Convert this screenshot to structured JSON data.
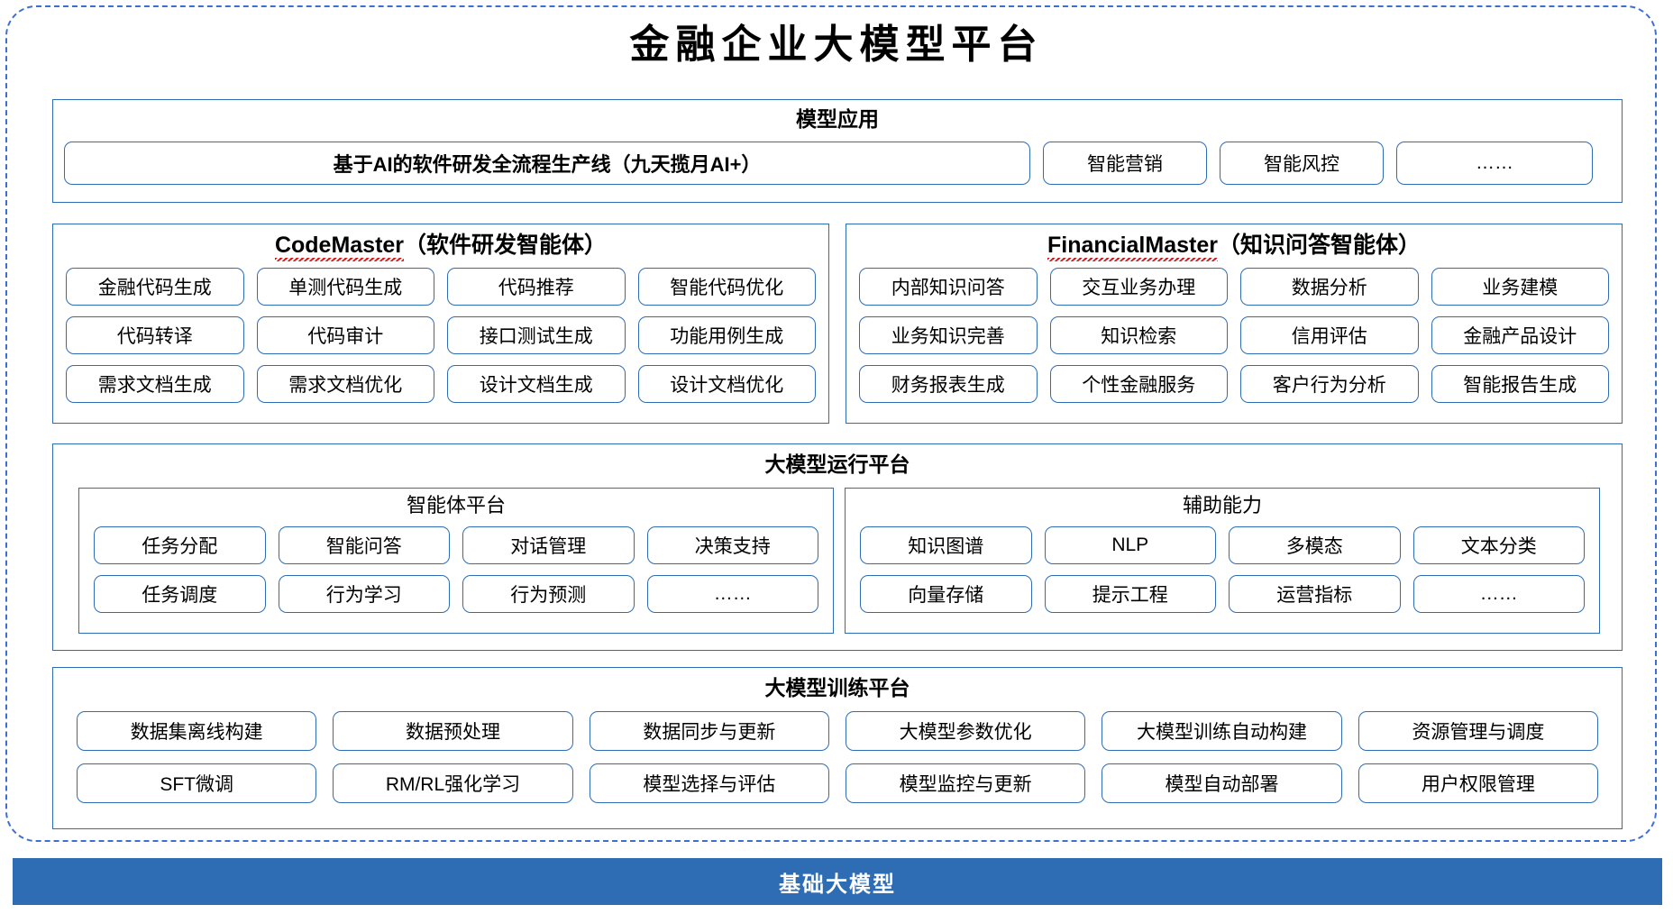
{
  "title": "金融企业大模型平台",
  "colors": {
    "frame_dashed": "#3d6fd0",
    "panel_border": "#2e6db4",
    "base_bar_bg": "#2e6db4",
    "base_bar_text": "#ffffff",
    "spellcheck_underline": "#e01010"
  },
  "model_application": {
    "heading": "模型应用",
    "primary_item": "基于AI的软件研发全流程生产线（九天揽月AI+）",
    "items": [
      "智能营销",
      "智能风控",
      "……"
    ]
  },
  "agents": [
    {
      "name_latin": "CodeMaster",
      "name_cn": "（软件研发智能体）",
      "items": [
        "金融代码生成",
        "单测代码生成",
        "代码推荐",
        "智能代码优化",
        "代码转译",
        "代码审计",
        "接口测试生成",
        "功能用例生成",
        "需求文档生成",
        "需求文档优化",
        "设计文档生成",
        "设计文档优化"
      ]
    },
    {
      "name_latin": "FinancialMaster",
      "name_cn": "（知识问答智能体）",
      "items": [
        "内部知识问答",
        "交互业务办理",
        "数据分析",
        "业务建模",
        "业务知识完善",
        "知识检索",
        "信用评估",
        "金融产品设计",
        "财务报表生成",
        "个性金融服务",
        "客户行为分析",
        "智能报告生成"
      ]
    }
  ],
  "runtime_platform": {
    "heading": "大模型运行平台",
    "subpanels": [
      {
        "heading": "智能体平台",
        "items": [
          "任务分配",
          "智能问答",
          "对话管理",
          "决策支持",
          "任务调度",
          "行为学习",
          "行为预测",
          "……"
        ]
      },
      {
        "heading": "辅助能力",
        "items": [
          "知识图谱",
          "NLP",
          "多模态",
          "文本分类",
          "向量存储",
          "提示工程",
          "运营指标",
          "……"
        ]
      }
    ]
  },
  "training_platform": {
    "heading": "大模型训练平台",
    "items": [
      "数据集离线构建",
      "数据预处理",
      "数据同步与更新",
      "大模型参数优化",
      "大模型训练自动构建",
      "资源管理与调度",
      "SFT微调",
      "RM/RL强化学习",
      "模型选择与评估",
      "模型监控与更新",
      "模型自动部署",
      "用户权限管理"
    ]
  },
  "base_model": {
    "label": "基础大模型"
  }
}
